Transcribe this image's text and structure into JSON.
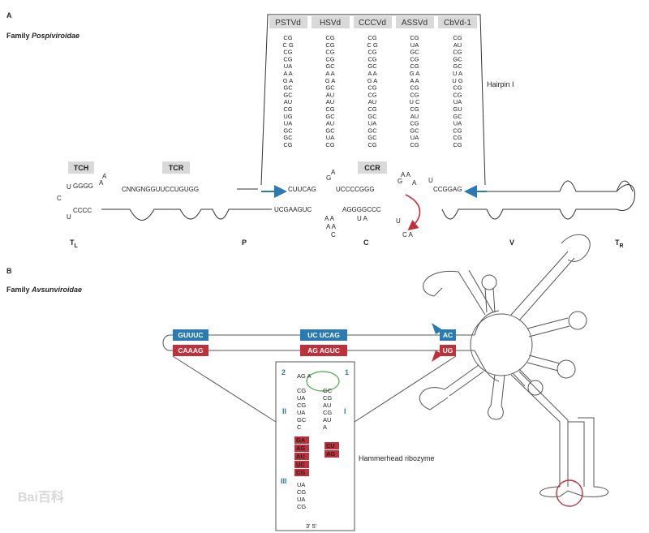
{
  "panel_a": {
    "letter": "A",
    "family_word": "Family",
    "family_name": "Pospiviroidae",
    "columns": [
      "PSTVd",
      "HSVd",
      "CCCVd",
      "ASSVd",
      "CbVd-1"
    ],
    "hairpin_label": "Hairpin I",
    "boxes": {
      "tch": "TCH",
      "tcr": "TCR",
      "ccr": "CCR"
    },
    "domains": {
      "tl": "T",
      "tl_sub": "L",
      "p": "P",
      "c": "C",
      "v": "V",
      "tr": "T",
      "tr_sub": "R"
    },
    "seq_top_left": "CNNGNGGUUCCUGUGG",
    "seq_top_cuucag": "CUUCAG",
    "seq_top_ucccc": "UCCCCGGG",
    "seq_top_ccggag": "CCGGAG",
    "seq_bottom_left": "UCGAAGUC",
    "seq_bottom_mid": "AGGGGCCC",
    "left_end_upper": "GGGG",
    "left_end_lower": "CCCC",
    "stem_columns": [
      [
        "CG",
        "C  G",
        "CG",
        "CG",
        "UA",
        "A    A",
        "G   A",
        "GC",
        "GC",
        "AU",
        "CG",
        "UG",
        "UA",
        "GC",
        "GC",
        "CG"
      ],
      [
        "CG",
        "CG",
        "CG",
        "CG",
        "GC",
        "A    A",
        "G   A",
        "GC",
        "AU",
        "AU",
        "CG",
        "GC",
        "AU",
        "GC",
        "UA",
        "CG"
      ],
      [
        "CG",
        "C  G",
        "CG",
        "CG",
        "GC",
        "A    A",
        "G   A",
        "CG",
        "CG",
        "AU",
        "CG",
        "GC",
        "UA",
        "GC",
        "GC",
        "CG"
      ],
      [
        "CG",
        "UA",
        "GC",
        "CG",
        "CG",
        "G  A",
        "A   A",
        "CG",
        "CG",
        "U  C",
        "CG",
        "AU",
        "CG",
        "GC",
        "UA",
        "CG"
      ],
      [
        "CG",
        "AU",
        "CG",
        "GC",
        "GC",
        "U    A",
        "U   G",
        "CG",
        "CG",
        "UA",
        "GU",
        "GC",
        "UA",
        "CG",
        "CG",
        "CG"
      ]
    ]
  },
  "panel_b": {
    "letter": "B",
    "family_word": "Family",
    "family_name": "Avsunviroidae",
    "blue_boxes": [
      "GUUUC",
      "UC UCAG",
      "AC"
    ],
    "red_boxes": [
      "CAAAG",
      "AG AGUC",
      "UG"
    ],
    "ribozyme_label": "Hammerhead ribozyme",
    "stem_labels": [
      "1",
      "2",
      "II",
      "I",
      "III"
    ],
    "ends": "3' 5'",
    "inset_left_pairs": [
      "CG",
      "UA",
      "CG",
      "UA",
      "GC",
      "C"
    ],
    "inset_right_pairs": [
      "GC",
      "CG",
      "AU",
      "CG",
      "AU",
      "A"
    ],
    "inset_red_left": [
      "GA",
      "AG",
      "AU",
      "UC",
      "CG"
    ],
    "inset_red_right": [
      "CU",
      "AG"
    ],
    "inset_bottom": [
      "UA",
      "CG",
      "UA",
      "CG"
    ],
    "inset_loop": "AG  A"
  },
  "colors": {
    "blue": "#2a7bb2",
    "red": "#c0303a",
    "gray_box": "#d9d9d9",
    "green_circle": "#4aa84a"
  },
  "watermark": "Bai百科"
}
